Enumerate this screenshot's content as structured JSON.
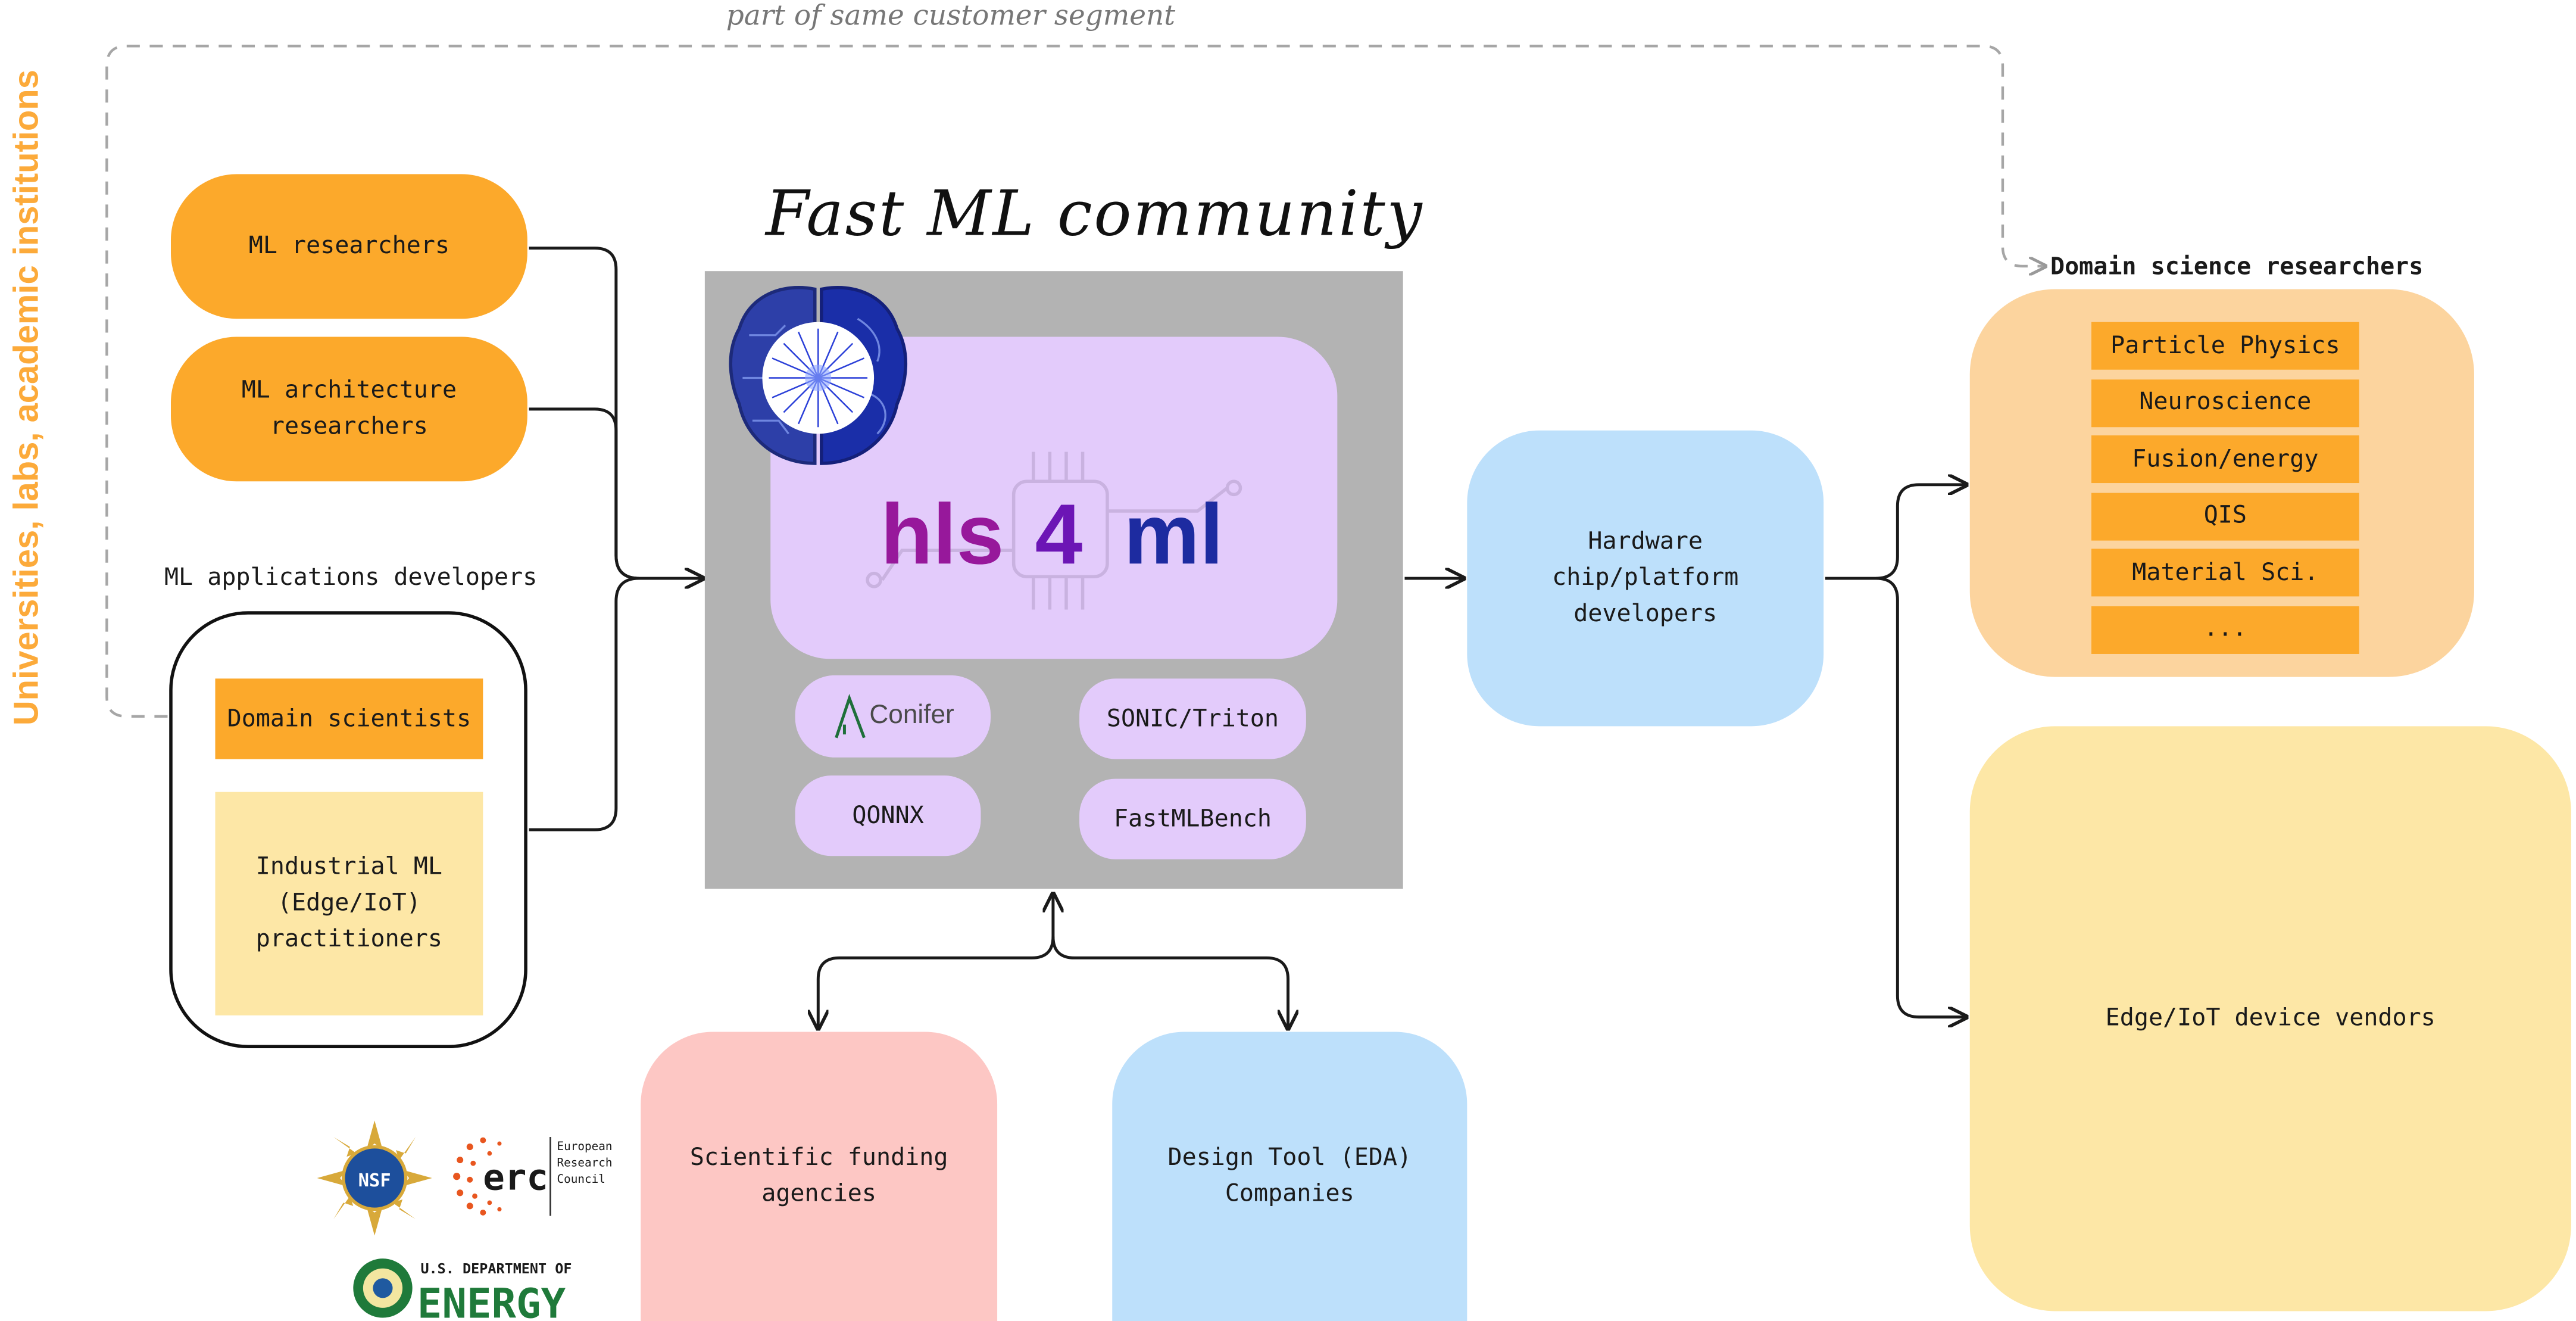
{
  "title": "Fast ML community",
  "side_label": "Universities, labs, academic institutions",
  "segment_note": "part of same customer segment",
  "colors": {
    "orange": "#fca92b",
    "light_orange": "#fcd49e",
    "light_yellow": "#fde7a6",
    "lavender": "#e3cbfb",
    "gray_panel": "#b3b3b3",
    "light_blue": "#bde0fb",
    "pink": "#fdc7c4",
    "hls_purple": "#97189b",
    "four_purple": "#6c15b5",
    "ml_blue": "#1d2ba0",
    "side_label_orange": "#fcaa3a"
  },
  "left": {
    "ml_researchers": "ML researchers",
    "ml_architecture_researchers": "ML architecture\nresearchers",
    "ml_app_dev_label": "ML applications developers",
    "domain_scientists": "Domain scientists",
    "industrial_ml": "Industrial ML\n(Edge/IoT)\npractitioners"
  },
  "center": {
    "logo_hls": "hls",
    "logo_4": "4",
    "logo_ml": "ml",
    "tools": {
      "conifer": "Conifer",
      "sonic_triton": "SONIC/Triton",
      "qonnx": "QONNX",
      "fastmlbench": "FastMLBench"
    }
  },
  "hardware": "Hardware\nchip/platform\ndevelopers",
  "bottom": {
    "funding": "Scientific funding\nagencies",
    "eda": "Design Tool (EDA)\nCompanies"
  },
  "right": {
    "domain_label": "Domain science researchers",
    "domains": [
      "Particle Physics",
      "Neuroscience",
      "Fusion/energy",
      "QIS",
      "Material Sci.",
      "..."
    ],
    "edge_vendors": "Edge/IoT device vendors"
  },
  "logos": {
    "nsf": "NSF",
    "erc": "erc",
    "erc_full": "European\nResearch\nCouncil",
    "doe_line1": "U.S. DEPARTMENT OF",
    "doe_line2": "ENERGY"
  },
  "icons": [
    "brain-logo-icon",
    "chip-icon",
    "conifer-icon",
    "nsf-logo-icon",
    "erc-logo-icon",
    "doe-logo-icon"
  ]
}
